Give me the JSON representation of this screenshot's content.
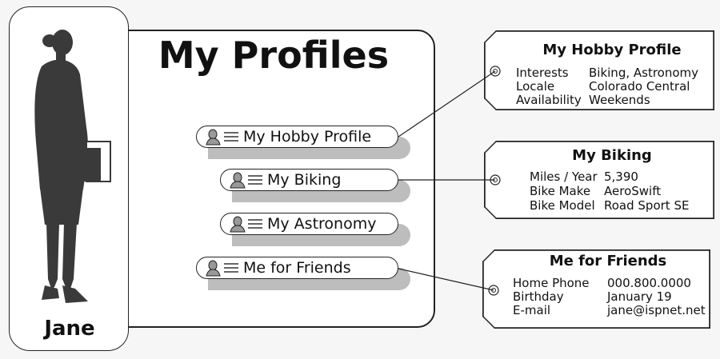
{
  "person": {
    "name": "Jane",
    "icon": "woman-silhouette-icon"
  },
  "panel": {
    "title": "My Profiles"
  },
  "profiles": [
    {
      "label": "My Hobby Profile",
      "icon": "user-profile-icon"
    },
    {
      "label": "My Biking",
      "icon": "user-profile-icon"
    },
    {
      "label": "My Astronomy",
      "icon": "user-profile-icon"
    },
    {
      "label": "Me for Friends",
      "icon": "user-profile-icon"
    }
  ],
  "tags": [
    {
      "title": "My Hobby Profile",
      "rows": [
        {
          "key": "Interests",
          "value": "Biking, Astronomy"
        },
        {
          "key": "Locale",
          "value": "Colorado Central"
        },
        {
          "key": "Availability",
          "value": "Weekends"
        }
      ]
    },
    {
      "title": "My Biking",
      "rows": [
        {
          "key": "Miles / Year",
          "value": "5,390"
        },
        {
          "key": "Bike Make",
          "value": "AeroSwift"
        },
        {
          "key": "Bike Model",
          "value": "Road Sport SE"
        }
      ]
    },
    {
      "title": "Me for Friends",
      "rows": [
        {
          "key": "Home Phone",
          "value": "000.800.0000"
        },
        {
          "key": "Birthday",
          "value": "January 19"
        },
        {
          "key": "E-mail",
          "value": "jane@ispnet.net"
        }
      ]
    }
  ],
  "colors": {
    "silhouette": "#3a3a3a",
    "shadow": "#bdbdbd",
    "outline": "#222222"
  }
}
